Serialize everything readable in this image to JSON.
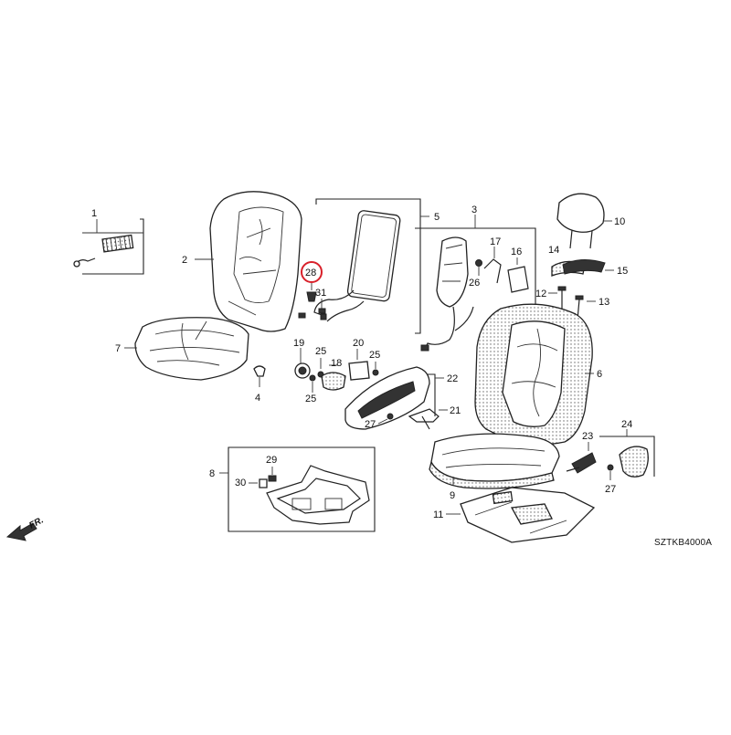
{
  "diagram_code": "SZTKB4000A",
  "front_label": "FR.",
  "highlight_color": "#d9202a",
  "callouts": {
    "c1": "1",
    "c2": "2",
    "c3": "3",
    "c4": "4",
    "c5": "5",
    "c6": "6",
    "c7": "7",
    "c8": "8",
    "c9": "9",
    "c10": "10",
    "c11": "11",
    "c12": "12",
    "c13": "13",
    "c14": "14",
    "c15": "15",
    "c16": "16",
    "c17": "17",
    "c18": "18",
    "c19": "19",
    "c20": "20",
    "c21": "21",
    "c22": "22",
    "c23": "23",
    "c24": "24",
    "c25a": "25",
    "c25b": "25",
    "c25c": "25",
    "c26": "26",
    "c27a": "27",
    "c27b": "27",
    "c28": "28",
    "c29": "29",
    "c30": "30",
    "c31": "31"
  }
}
